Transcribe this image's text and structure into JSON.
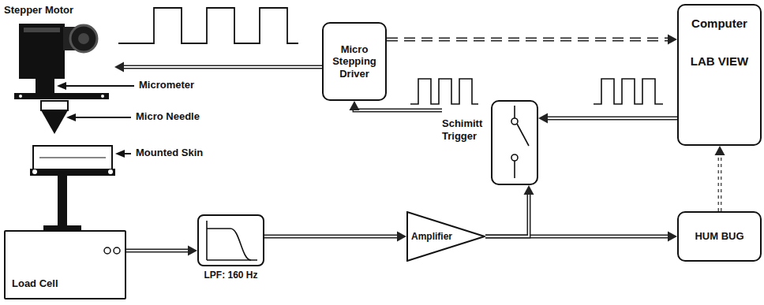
{
  "diagram": {
    "nodes": [
      {
        "text": [
          "Stepper Motor"
        ]
      },
      {
        "text": [
          "Micro Stepping Driver"
        ]
      },
      {
        "text": [
          "Computer",
          "LAB VIEW"
        ]
      },
      {
        "text": [
          "Schimitt Trigger"
        ]
      },
      {
        "text": [
          "Load Cell"
        ]
      },
      {
        "text": [
          "LPF: 160 Hz"
        ]
      },
      {
        "text": [
          "Amplifier"
        ]
      },
      {
        "text": [
          "HUM BUG"
        ]
      }
    ],
    "edges": [
      {
        "from": 1,
        "to": 0,
        "arrow": "to"
      },
      {
        "from": 1,
        "to": 2,
        "arrow": "to"
      },
      {
        "from": 2,
        "to": 3,
        "arrow": "to"
      },
      {
        "from": 3,
        "to": 1,
        "arrow": "to"
      },
      {
        "from": 4,
        "to": 5,
        "arrow": "to"
      },
      {
        "from": 5,
        "to": 6,
        "arrow": "to"
      },
      {
        "from": 6,
        "to": 7,
        "arrow": "to"
      },
      {
        "from": 6,
        "to": 3,
        "arrow": "to"
      },
      {
        "from": 7,
        "to": 2,
        "arrow": "to"
      }
    ],
    "labels": [
      "Micrometer",
      "Micro Needle",
      "Mounted Skin"
    ]
  }
}
